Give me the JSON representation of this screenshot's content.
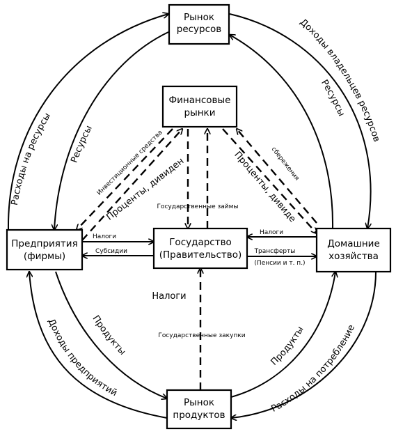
{
  "nodes": {
    "resource_market": [
      "Рынок",
      "ресурсов"
    ],
    "financial_markets": [
      "Финансовые",
      "рынки"
    ],
    "firms": [
      "Предприятия",
      "(фирмы)"
    ],
    "government": [
      "Государство",
      "(Правительство)"
    ],
    "households": [
      "Домашние",
      "хозяйства"
    ],
    "product_market": [
      "Рынок",
      "продуктов"
    ]
  },
  "labels": {
    "resource_spending": "Расходы на ресурсы",
    "resources_left": "Ресурсы",
    "owner_income": "Доходы владельцев ресурсов",
    "resources_right": "Ресурсы",
    "investment_funds": "Инвестиционные средства",
    "interest_dividends_firms": "Проценты, дивиденды",
    "interest_dividends_households": "Проценты, дивиденды",
    "savings": "сбережения",
    "gov_loans": "Государственные займы",
    "taxes_firms": "Налоги",
    "subsidies": "Субсидии",
    "taxes_households": "Налоги",
    "transfers": "Трансферты",
    "pensions": "(Пенсии и т. п.)",
    "taxes_center": "Налоги",
    "gov_purchases": "Государственные закупки",
    "firm_income": "Доходы предприятий",
    "products_left": "Продукты",
    "products_right": "Продукты",
    "consumer_spending": "Расходы на потребление"
  }
}
